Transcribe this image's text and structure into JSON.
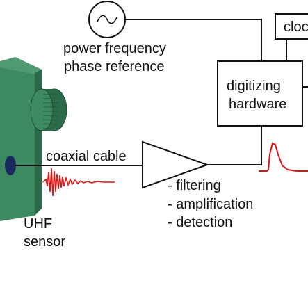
{
  "colors": {
    "sensor_front": "#3d8a62",
    "sensor_side": "#2c6b4a",
    "sensor_top": "#4f9a73",
    "signal_red": "#e01616",
    "line": "#111111",
    "port": "#1b2a5c"
  },
  "labels": {
    "power_line1": "power frequency",
    "power_line2": "phase reference",
    "clock": "cloc",
    "hw_line1": "digitizing",
    "hw_line2": "hardware",
    "cable": "coaxial cable",
    "list": [
      "- filtering",
      "- amplification",
      "- detection"
    ],
    "sensor_line1": "UHF",
    "sensor_line2": "sensor"
  },
  "icons": {
    "power_source": "sine-wave-source-icon",
    "amplifier": "triangle-amplifier-icon",
    "pd_signal": "oscillating-pulse-icon",
    "detected_signal": "peak-pulse-icon"
  }
}
